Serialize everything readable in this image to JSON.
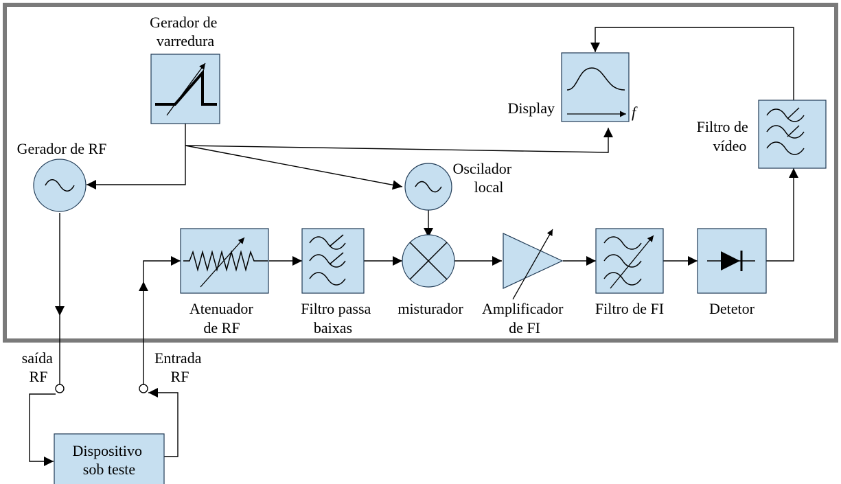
{
  "labels": {
    "sweep_gen": [
      "Gerador de",
      "varredura"
    ],
    "rf_gen": "Gerador de RF",
    "local_osc": [
      "Oscilador",
      "local"
    ],
    "display": "Display",
    "freq_symbol": "f",
    "video_filter": [
      "Filtro de",
      "vídeo"
    ],
    "attenuator": [
      "Atenuador",
      "de RF"
    ],
    "lowpass": [
      "Filtro passa",
      "baixas"
    ],
    "mixer": "misturador",
    "if_amp": [
      "Amplificador",
      "de FI"
    ],
    "if_filter": "Filtro de FI",
    "detector": "Detetor",
    "rf_out": [
      "saída",
      "RF"
    ],
    "rf_in": [
      "Entrada",
      "RF"
    ],
    "dut": [
      "Dispositivo",
      "sob teste"
    ]
  },
  "colors": {
    "block_fill": "#c6dff0",
    "frame": "#7a7a7a"
  }
}
